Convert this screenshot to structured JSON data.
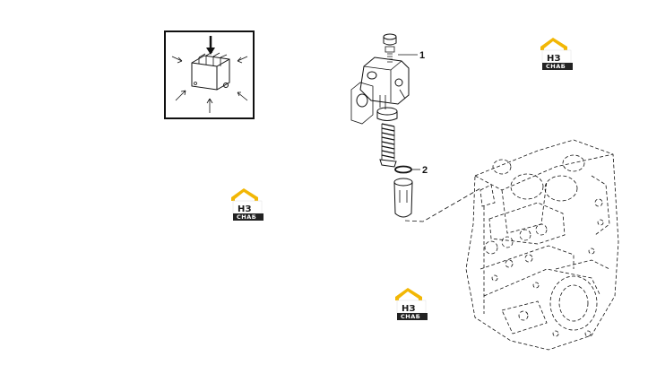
{
  "callouts": [
    {
      "id": "1",
      "label": "1"
    },
    {
      "id": "2",
      "label": "2"
    }
  ],
  "watermark": {
    "monogram": "НЗ",
    "text": "СНАБ",
    "color_gold": "#f2b705",
    "color_dark": "#222222"
  },
  "icons": {
    "inset": "pump-removal-direction-icon",
    "part_1": "delivery-valve-holder-icon",
    "part_2": "o-ring-icon",
    "engine": "engine-block-icon"
  }
}
